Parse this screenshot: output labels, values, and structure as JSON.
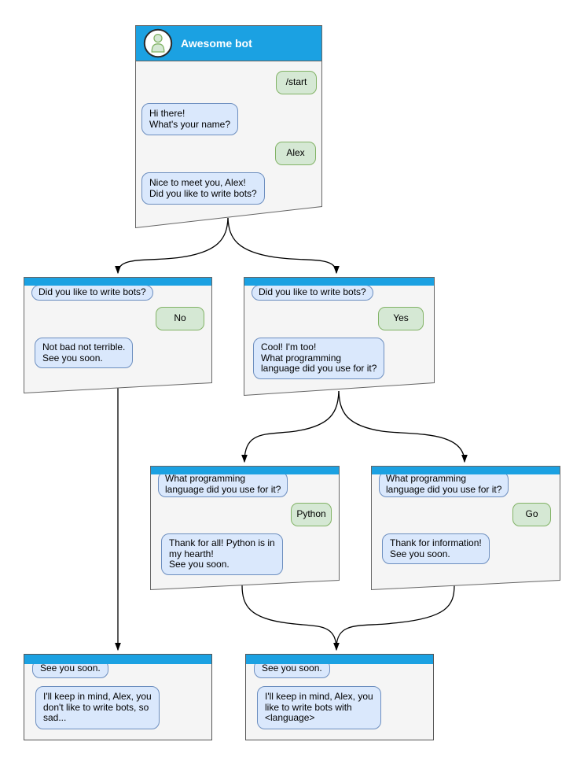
{
  "colors": {
    "titlebar_blue": "#1ba1e2",
    "window_bg": "#f5f5f5",
    "window_border": "#666666",
    "bot_bubble_bg": "#dae8fc",
    "bot_bubble_border": "#6c8ebf",
    "user_bubble_bg": "#d5e8d4",
    "user_bubble_border": "#82b366",
    "connector": "#000000"
  },
  "main_window": {
    "title": "Awesome bot",
    "avatar_icon": "person-icon",
    "messages": [
      {
        "role": "user",
        "text": "/start"
      },
      {
        "role": "bot",
        "text": "Hi there!\nWhat's your name?"
      },
      {
        "role": "user",
        "text": "Alex"
      },
      {
        "role": "bot",
        "text": "Nice to meet you, Alex!\nDid you like to write bots?"
      }
    ]
  },
  "windows": [
    {
      "id": "branch-no",
      "messages": [
        {
          "role": "bot",
          "text": "Did you like to write bots?"
        },
        {
          "role": "user",
          "text": "No"
        },
        {
          "role": "bot",
          "text": "Not bad not terrible.\nSee you soon."
        }
      ]
    },
    {
      "id": "branch-yes",
      "messages": [
        {
          "role": "bot",
          "text": "Did you like to write bots?"
        },
        {
          "role": "user",
          "text": "Yes"
        },
        {
          "role": "bot",
          "text": "Cool! I'm too!\nWhat programming\nlanguage did you use for it?"
        }
      ]
    },
    {
      "id": "branch-python",
      "messages": [
        {
          "role": "bot",
          "text": "What programming\nlanguage did you use for it?"
        },
        {
          "role": "user",
          "text": "Python"
        },
        {
          "role": "bot",
          "text": "Thank for all! Python is in\nmy hearth!\nSee you soon."
        }
      ]
    },
    {
      "id": "branch-go",
      "messages": [
        {
          "role": "bot",
          "text": "What programming\nlanguage did you use for it?"
        },
        {
          "role": "user",
          "text": "Go"
        },
        {
          "role": "bot",
          "text": "Thank for information!\nSee you soon."
        }
      ]
    },
    {
      "id": "end-no",
      "messages": [
        {
          "role": "bot",
          "text": "See you soon."
        },
        {
          "role": "bot",
          "text": "I'll keep in mind, Alex, you\ndon't like to write bots, so\nsad..."
        }
      ]
    },
    {
      "id": "end-language",
      "messages": [
        {
          "role": "bot",
          "text": "See you soon."
        },
        {
          "role": "bot",
          "text": "I'll keep in mind, Alex, you\nlike to write bots with\n<language>"
        }
      ]
    }
  ]
}
